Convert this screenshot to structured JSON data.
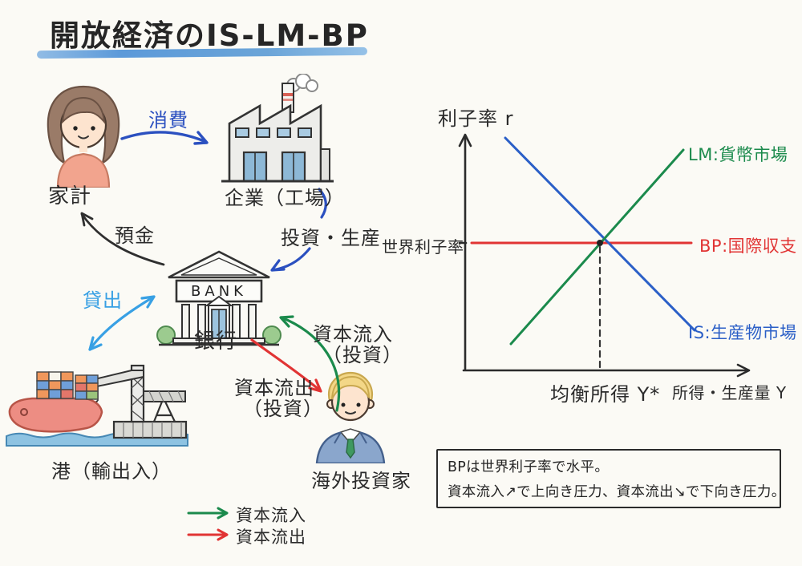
{
  "page": {
    "background": "#fbfaf5",
    "ink": "#2b2b2b"
  },
  "title": {
    "text": "開放経済のIS-LM-BP",
    "underline_color": "#5b9bd5"
  },
  "flow": {
    "labels": {
      "household": "家計",
      "firm": "企業（工場）",
      "bank": "銀行",
      "bank_sign": "BANK",
      "port": "港（輸出入）",
      "investor": "海外投資家",
      "consumption": "消費",
      "deposit": "預金",
      "investment_production": "投資・生産",
      "lending": "貸出",
      "capital_inflow": "資本流入",
      "capital_inflow_note": "（投資）",
      "capital_outflow": "資本流出",
      "capital_outflow_note": "（投資）"
    },
    "colors": {
      "flow_blue": "#2b50c0",
      "lending_blue": "#38a0e4",
      "inflow_green": "#1b8a4c",
      "outflow_red": "#e13434",
      "ink": "#2f2f2f"
    }
  },
  "legend": {
    "items": [
      {
        "label": "資本流入",
        "color": "#1b8a4c"
      },
      {
        "label": "資本流出",
        "color": "#e13434"
      }
    ]
  },
  "chart_data": {
    "type": "line",
    "title": "開放経済のIS-LM-BP",
    "ylabel": "利子率 r",
    "xlabel": "所得・生産量 Y",
    "world_rate_label": "世界利子率",
    "equilibrium_label": "均衡所得 Y*",
    "series": [
      {
        "name": "LM:貨幣市場",
        "color": "#1b8a4c",
        "shape": "upward-sloping money-market curve"
      },
      {
        "name": "BP:国際収支",
        "color": "#e13434",
        "shape": "horizontal balance-of-payments line at world interest rate"
      },
      {
        "name": "IS:生産物市場",
        "color": "#2b5fc7",
        "shape": "downward-sloping goods-market curve"
      }
    ],
    "annotations": "IS・LM・BPの3曲線が均衡所得Y*と世界利子率の交点で交わる（破線で均衡所得を示す）"
  },
  "note": {
    "line1": "BPは世界利子率で水平。",
    "line2": "資本流入↗で上向き圧力、資本流出↘で下向き圧力。"
  }
}
